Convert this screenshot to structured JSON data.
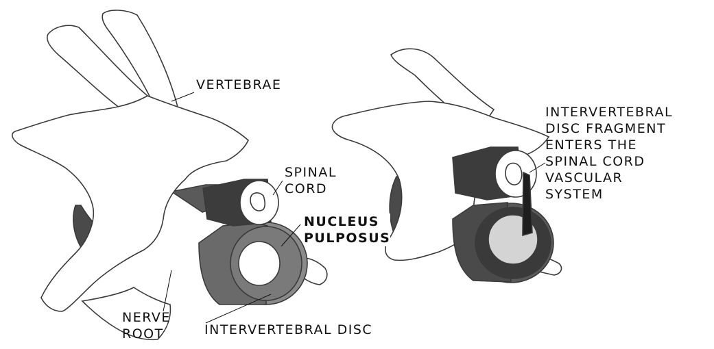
{
  "labels": {
    "vertebrae": "VERTEBRAE",
    "spinal_cord": "SPINAL\nCORD",
    "nucleus_pulposus": "NUCLEUS\nPULPOSUS",
    "nerve_root": "NERVE\nROOT",
    "intervertebral_disc": "INTERVERTEBRAL DISC",
    "disc_fragment": "INTERVERTEBRAL\nDISC FRAGMENT\nENTERS THE\nSPINAL CORD\nVASCULAR\nSYSTEM"
  },
  "colors": {
    "outline": "#3a3a3a",
    "bone_fill": "#ffffff",
    "disc_dark": "#4a4a4a",
    "disc_mid": "#8a8a8a",
    "disc_light": "#c4c4c4",
    "shadow": "#5a5a5a"
  }
}
